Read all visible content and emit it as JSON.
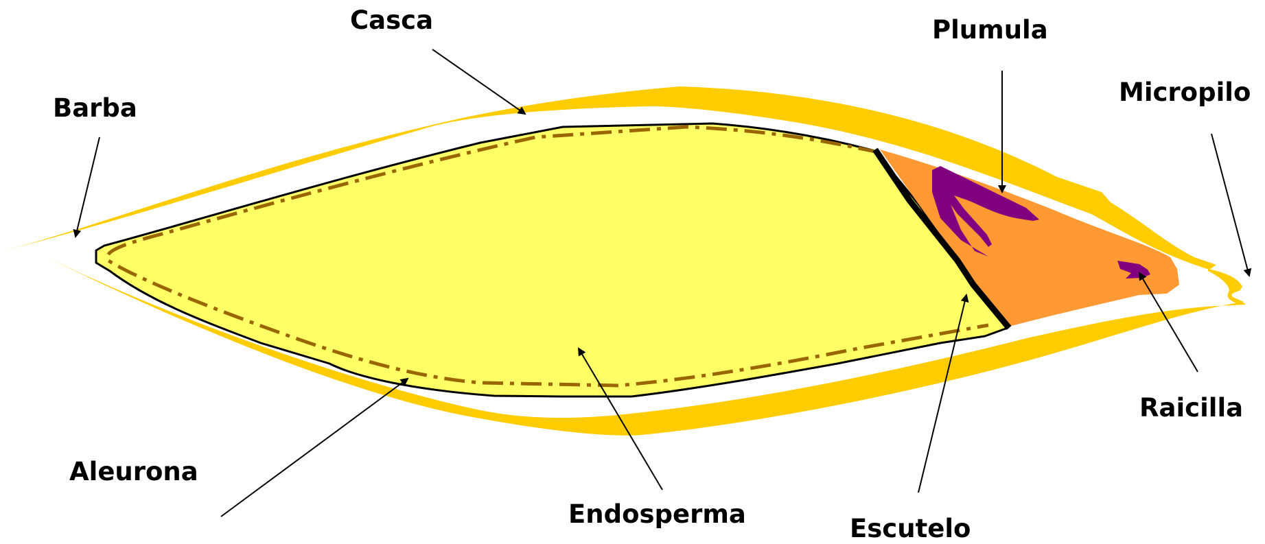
{
  "labels": {
    "casca": "Casca",
    "plumula": "Plumula",
    "micropilo": "Micropilo",
    "barba": "Barba",
    "raicilla": "Raicilla",
    "aleurona": "Aleurona",
    "endosperma": "Endosperma",
    "escutelo": "Escutelo"
  },
  "colors": {
    "hull": "#FFCC00",
    "endosperm": "#FFFF66",
    "embryo": "#FF9933",
    "plumule_radicle": "#800080",
    "aleurone_line": "#996600",
    "outline": "#000000",
    "label_text": "#000000"
  }
}
